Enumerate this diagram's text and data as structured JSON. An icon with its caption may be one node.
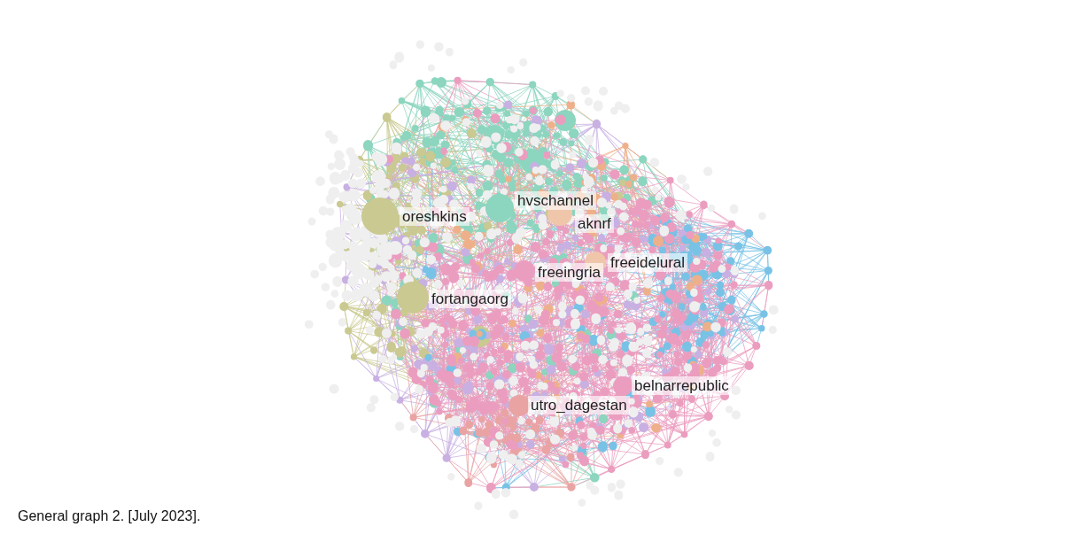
{
  "diagram": {
    "caption": "General graph 2. [July 2023].",
    "nodes": [
      {
        "text": [
          "oreshkins"
        ]
      },
      {
        "text": [
          "hvschannel"
        ]
      },
      {
        "text": [
          "aknrf"
        ]
      },
      {
        "text": [
          "freeingria"
        ]
      },
      {
        "text": [
          "freeidelural"
        ]
      },
      {
        "text": [
          "fortangaorg"
        ]
      },
      {
        "text": [
          "belnarrepublic"
        ]
      },
      {
        "text": [
          "utro_dagestan"
        ]
      }
    ]
  }
}
